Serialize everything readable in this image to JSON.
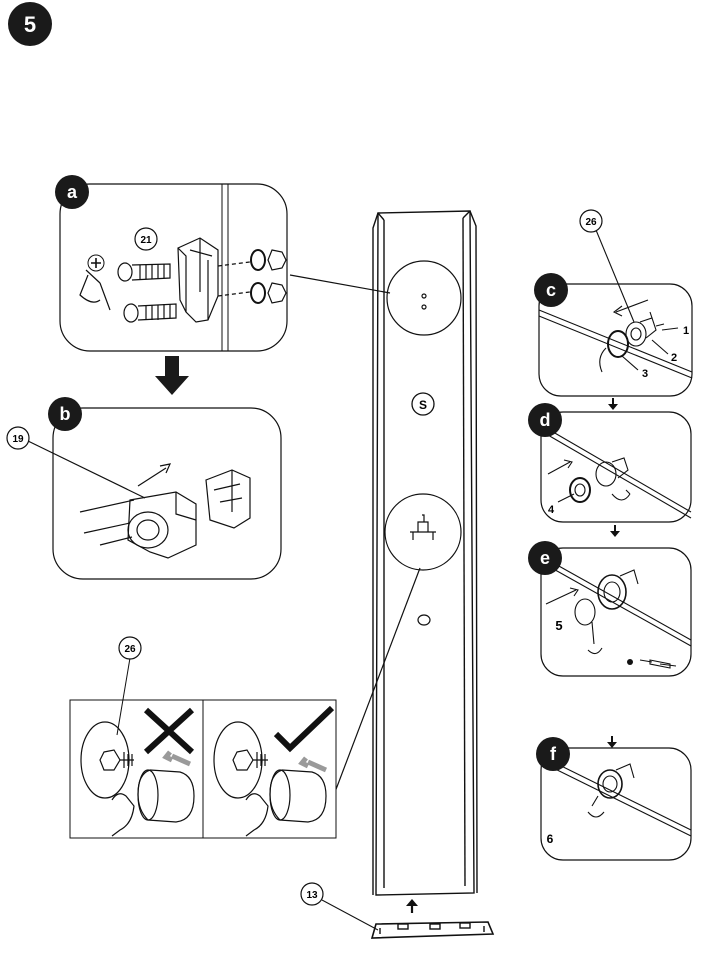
{
  "step_number": "5",
  "panels": {
    "a": {
      "letter": "a",
      "part_callout": "21"
    },
    "b": {
      "letter": "b",
      "part_callout": "19"
    },
    "c": {
      "letter": "c",
      "part_callout": "26",
      "numbers": [
        "1",
        "2",
        "3"
      ]
    },
    "d": {
      "letter": "d",
      "numbers": [
        "4"
      ]
    },
    "e": {
      "letter": "e",
      "numbers": [
        "5"
      ]
    },
    "f": {
      "letter": "f",
      "numbers": [
        "6"
      ]
    }
  },
  "column": {
    "marker_label": "S",
    "bottom_callout": "13"
  },
  "comparison": {
    "part_callout": "26",
    "wrong_icon": "cross-icon",
    "right_icon": "check-icon"
  },
  "colors": {
    "ink": "#111111",
    "badge": "#1a1a1a",
    "gray_arrow": "#9a9a9a"
  }
}
